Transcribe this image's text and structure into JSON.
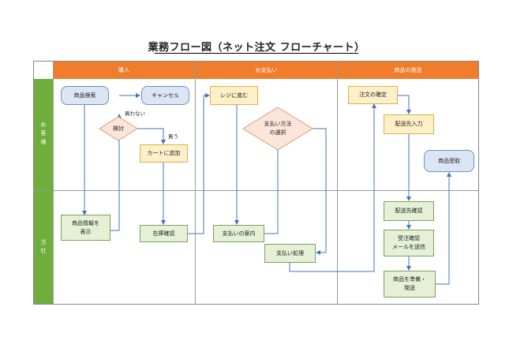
{
  "title": "業務フロー図（ネット注文 フローチャート）",
  "columns": [
    "購入",
    "お支払い",
    "商品の発送"
  ],
  "lanes": [
    "お客様",
    "当社"
  ],
  "nodes": {
    "search": "商品検索",
    "cancel": "キャンセル",
    "consider": "検討",
    "add_to_cart": "カートに追加",
    "product_info": "商品情報を\n表示",
    "stock_check": "在庫確認",
    "to_register": "レジに進む",
    "payment_method": "支払い方法\nの選択",
    "payment_guide": "支払いの案内",
    "payment_process": "支払い処理",
    "order_confirm": "注文の確定",
    "shipping_input": "配送先入力",
    "receive": "商品受取",
    "shipping_check": "配送先確認",
    "order_mail": "受注確認\nメールを送信",
    "prepare_ship": "商品を準備・\n発送"
  },
  "branch_labels": {
    "no_buy": "買わない",
    "buy": "買う"
  },
  "colors": {
    "header": "#ef7d2b",
    "lane": "#6fae3d",
    "arrow": "#4472c4"
  }
}
